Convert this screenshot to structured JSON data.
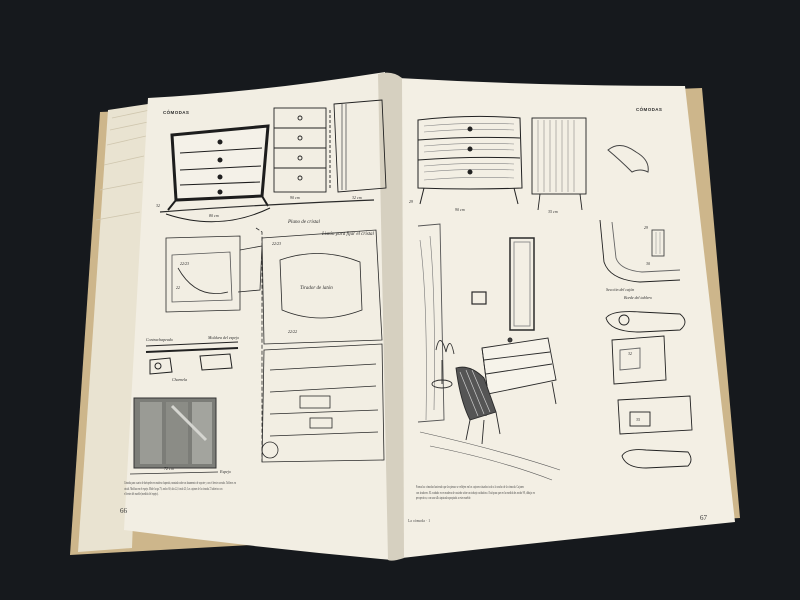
{
  "left_page": {
    "header": "CÓMODAS",
    "page_number": "66",
    "dim_labels": [
      "80 cm",
      "32 cm",
      "90 cm",
      "72 cm"
    ],
    "callouts": [
      "Plano de cristal",
      "Listón para fijar el cristal",
      "Tirador de latón",
      "Contrachapeado",
      "Moldura del espejo",
      "Charnela",
      "Espejo"
    ],
    "numbers": [
      "22/23",
      "22/23",
      "22/22",
      "32",
      "22"
    ],
    "caption_lines": [
      "Cómoda para cuarto de huéspedes en madera chapeada, montada sobre un basamento de soporte y con el frente curvado. Tableros en",
      "cristal. Moldura en el espejo. Mide: largo 75; ancho 60; alto 22; fondo 23; Los cajones de la cómoda 72 abiertos con",
      "el frente del mueble (medida del espejo)."
    ]
  },
  "right_page": {
    "header": "CÓMODAS",
    "page_number": "67",
    "dim_labels": [
      "90 cm",
      "35 cm",
      "29"
    ],
    "callouts": [
      "Sección del cajón",
      "Borde del tablero"
    ],
    "numbers": [
      "29",
      "32",
      "30",
      "35"
    ],
    "footer_left": "La cómoda · 1",
    "caption_lines": [
      "Forma las cómodas haciendo que las piezas se reflejen en los cajones situados todo a lo ancho de la cómoda. Cajones",
      "con tiradores. El acabado es en madera de castaño sobre un trabajo cuidadoso. Está para que en la medida de ancho 90, dibujo en",
      "perspectiva, con una silla tapizada apropiada a este mueble."
    ]
  }
}
